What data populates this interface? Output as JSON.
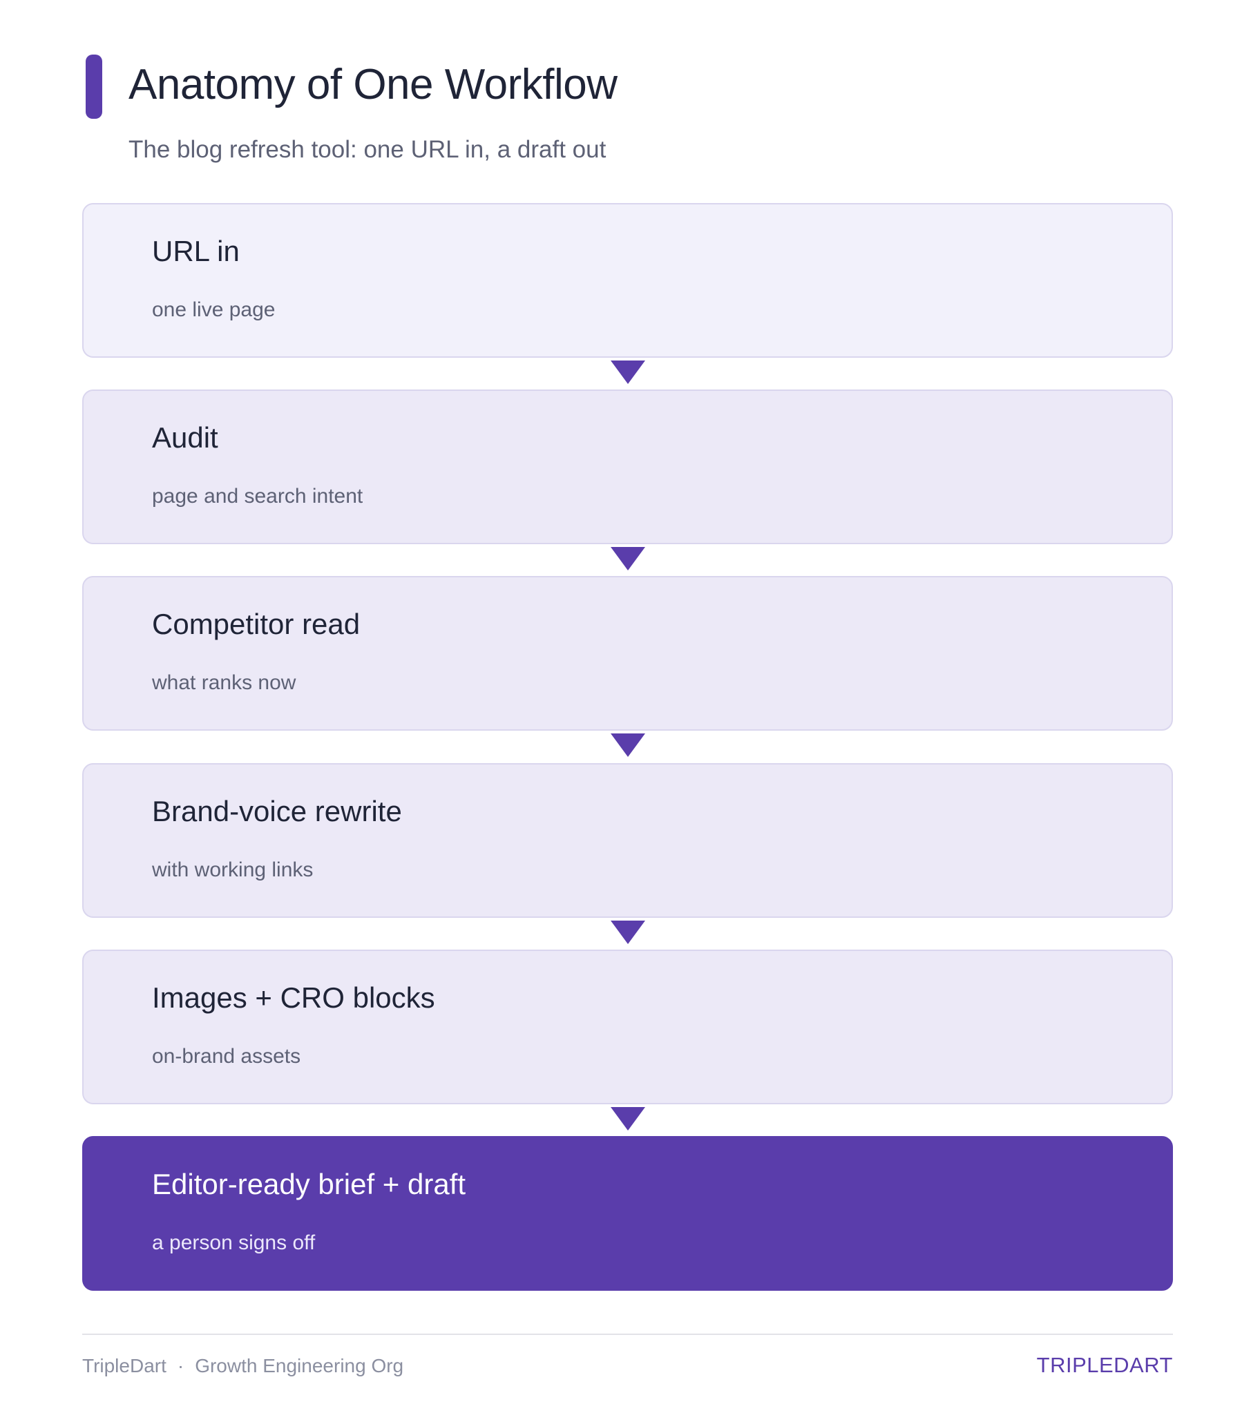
{
  "header": {
    "title": "Anatomy of One Workflow",
    "subtitle": "The blog refresh tool: one URL in, a draft out"
  },
  "colors": {
    "accent": "#5a3dab",
    "card_fill": "#ece9f7",
    "card_fill_first": "#f2f1fb",
    "card_border": "#dad6ee",
    "final_fill": "#5a3dab",
    "title_text": "#1f2437",
    "muted_text": "#5d6175"
  },
  "steps": [
    {
      "title": "URL in",
      "desc": "one live page"
    },
    {
      "title": "Audit",
      "desc": "page and search intent"
    },
    {
      "title": "Competitor read",
      "desc": "what ranks now"
    },
    {
      "title": "Brand-voice rewrite",
      "desc": "with working links"
    },
    {
      "title": "Images + CRO blocks",
      "desc": "on-brand assets"
    },
    {
      "title": "Editor-ready brief + draft",
      "desc": "a person signs off"
    }
  ],
  "connector_icon": "down-triangle-arrow",
  "footer": {
    "org": "TripleDart",
    "separator": "·",
    "team": "Growth Engineering Org",
    "brand": "TRIPLEDART"
  }
}
